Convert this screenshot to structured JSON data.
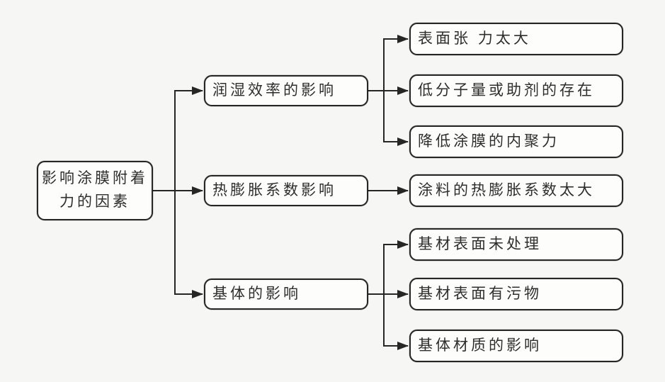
{
  "diagram": {
    "type": "tree-flowchart",
    "direction": "left-to-right",
    "root": {
      "label": "影响涂膜附着\n力的因素"
    },
    "branches": [
      {
        "label": "润湿效率的影响",
        "children": [
          "表面张 力太大",
          "低分子量或助剂的存在",
          "降低涂膜的内聚力"
        ]
      },
      {
        "label": "热膨胀系数影响",
        "children": [
          "涂料的热膨胀系数太大"
        ]
      },
      {
        "label": "基体的影响",
        "children": [
          "基材表面未处理",
          "基材表面有污物",
          "基体材质的影响"
        ]
      }
    ],
    "colors": {
      "bg": "#f6f6f4",
      "box_fill": "#fdfdfc",
      "box_border": "#262626",
      "line": "#262626",
      "text": "#2e2e2e"
    }
  }
}
